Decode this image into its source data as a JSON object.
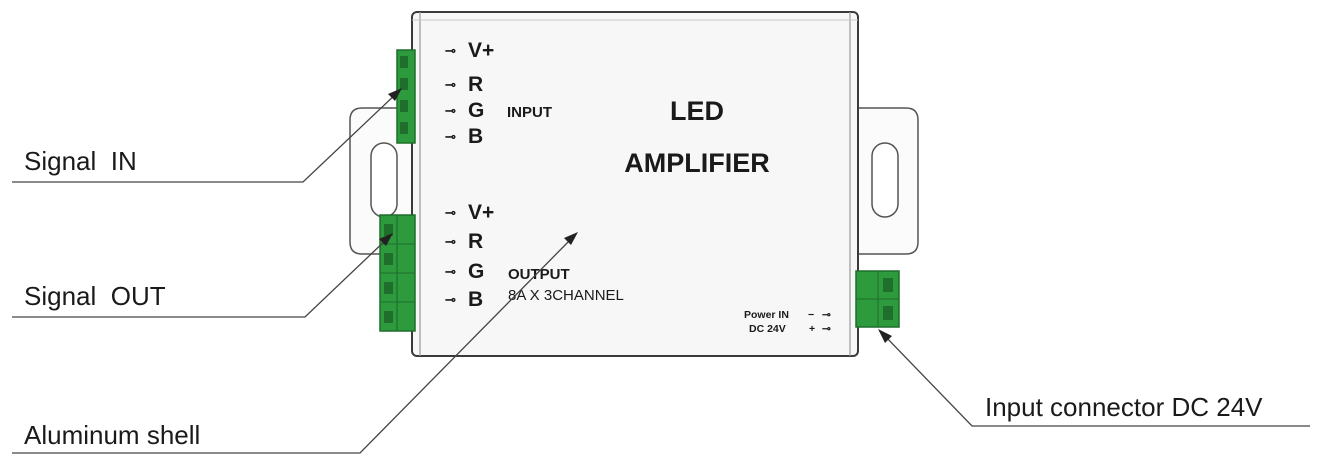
{
  "device": {
    "title_line1": "LED",
    "title_line2": "AMPLIFIER",
    "input_label": "INPUT",
    "output_label": "OUTPUT",
    "output_spec": "8A X 3CHANNEL",
    "power_line1": "Power IN",
    "power_line2": "DC 24V",
    "power_minus": "−",
    "power_plus": "+"
  },
  "input_pins": [
    "V+",
    "R",
    "G",
    "B"
  ],
  "output_pins": [
    "V+",
    "R",
    "G",
    "B"
  ],
  "callouts": {
    "signal_in": "Signal  IN",
    "signal_out": "Signal  OUT",
    "aluminum_shell": "Aluminum shell",
    "input_connector": "Input connector DC 24V"
  },
  "colors": {
    "terminal_green": "#2e9a3e",
    "terminal_dark": "#1f6e2b",
    "shell_fill": "#f7f7f7",
    "line": "#444444"
  }
}
